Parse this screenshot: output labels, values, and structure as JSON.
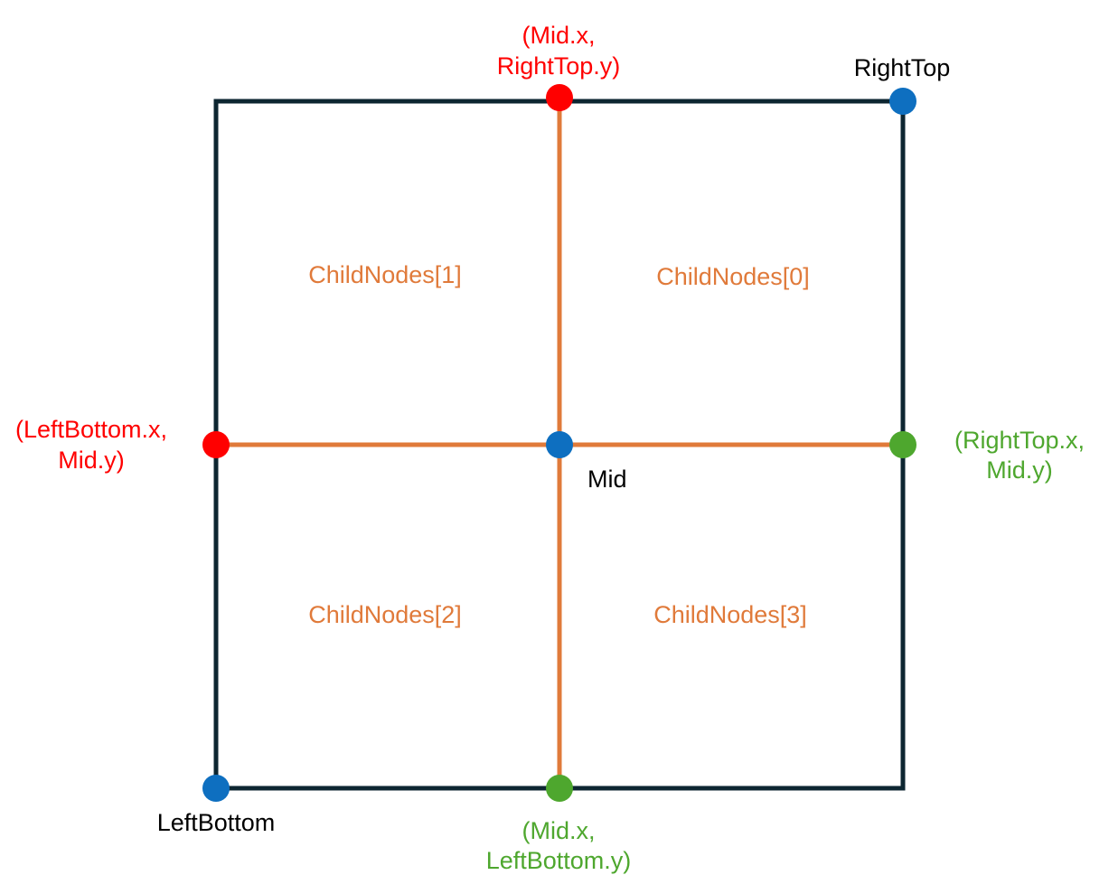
{
  "colors": {
    "outer_border": "#0d2631",
    "divider": "#e07a3a",
    "region_label": "#e07a3a",
    "corner_point": "#0e6fc0",
    "red_point": "#ff0000",
    "green_point": "#4ea72e",
    "black_text": "#000000",
    "red_text": "#ff0000",
    "green_text": "#4ea72e"
  },
  "labels": {
    "right_top": "RightTop",
    "left_bottom": "LeftBottom",
    "mid": "Mid",
    "top_mid_line1": "(Mid.x,",
    "top_mid_line2": "RightTop.y)",
    "left_mid_line1": "(LeftBottom.x,",
    "left_mid_line2": "Mid.y)",
    "right_mid_line1": "(RightTop.x,",
    "right_mid_line2": "Mid.y)",
    "bottom_mid_line1": "(Mid.x,",
    "bottom_mid_line2": "LeftBottom.y)"
  },
  "regions": {
    "child0": "ChildNodes[0]",
    "child1": "ChildNodes[1]",
    "child2": "ChildNodes[2]",
    "child3": "ChildNodes[3]"
  }
}
